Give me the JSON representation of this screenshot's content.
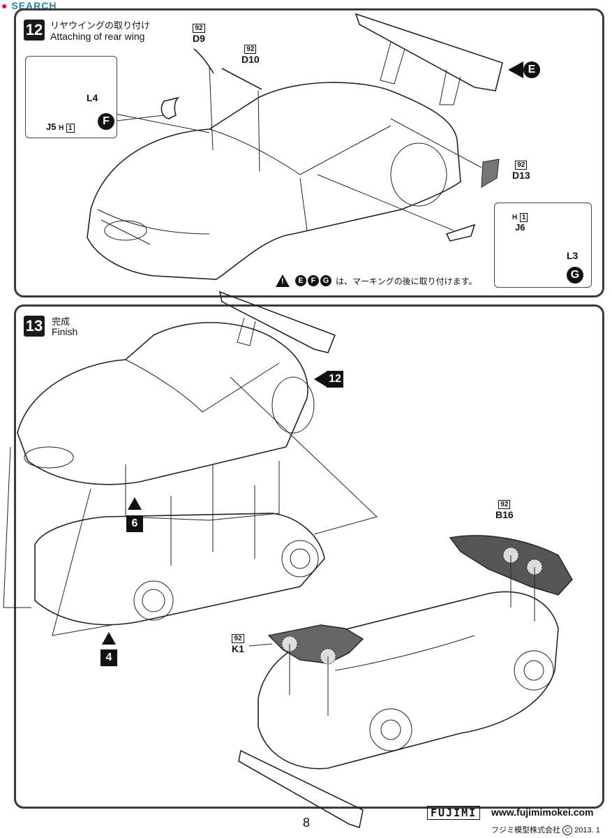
{
  "watermark": "SEARCH",
  "step12": {
    "number": "12",
    "title_jp": "リヤウイングの取り付け",
    "title_en": "Attaching of rear wing",
    "parts": {
      "d9": {
        "badge": "92",
        "label": "D9"
      },
      "d10": {
        "badge": "92",
        "label": "D10"
      },
      "d13": {
        "badge": "92",
        "label": "D13"
      },
      "l4": {
        "label": "L4"
      },
      "j5": {
        "label": "J5",
        "badge": "H",
        "count": "1"
      },
      "j6": {
        "label": "J6",
        "badge": "H",
        "count": "1"
      },
      "l3": {
        "label": "L3"
      }
    },
    "callouts": {
      "e": "E",
      "f": "F",
      "g": "G"
    },
    "note": {
      "circles": [
        "E",
        "F",
        "G"
      ],
      "text": "は、マーキングの後に取り付けます。"
    }
  },
  "step13": {
    "number": "13",
    "title_jp": "完成",
    "title_en": "Finish",
    "refs": {
      "r12": "12",
      "r6": "6",
      "r4": "4"
    },
    "parts": {
      "b16": {
        "badge": "92",
        "label": "B16"
      },
      "k1": {
        "badge": "92",
        "label": "K1"
      }
    }
  },
  "footer": {
    "page_number": "8",
    "brand": "FUJIMI",
    "url": "www.fujimimokei.com",
    "company": "フジミ模型株式会社",
    "copyright_symbol": "C",
    "date": "2013. 1"
  }
}
